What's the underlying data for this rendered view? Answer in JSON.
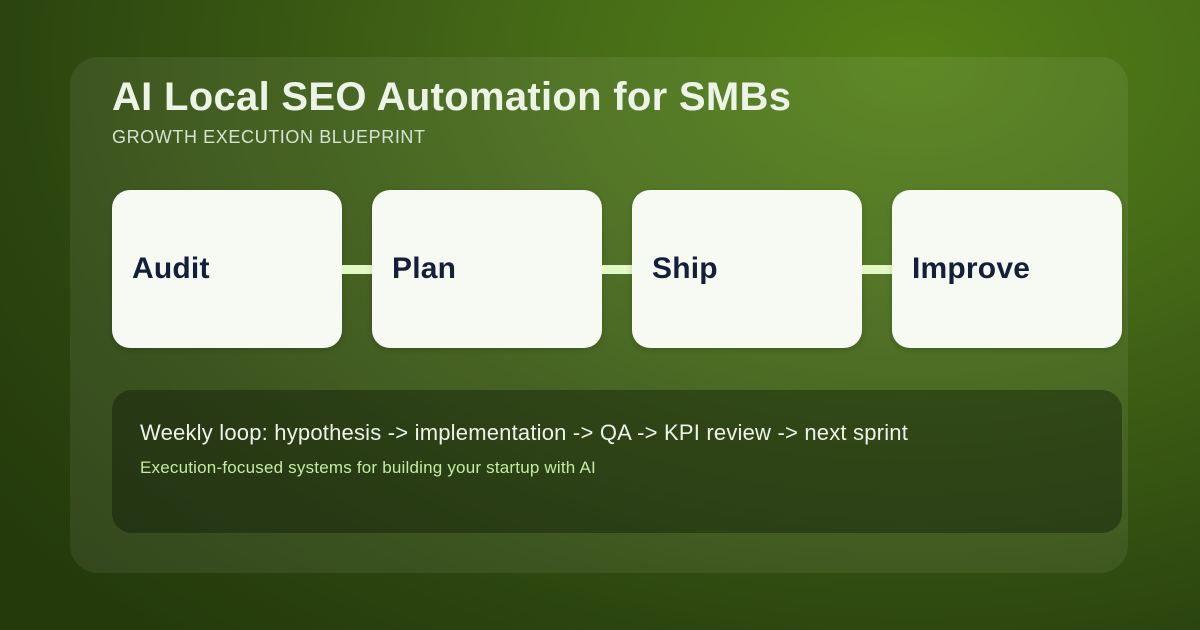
{
  "header": {
    "title": "AI Local SEO Automation for SMBs",
    "subtitle": "GROWTH EXECUTION BLUEPRINT"
  },
  "flow": {
    "steps": [
      "Audit",
      "Plan",
      "Ship",
      "Improve"
    ]
  },
  "loop_box": {
    "line1": "Weekly loop: hypothesis -> implementation -> QA -> KPI review -> next sprint",
    "line2": "Execution-focused systems for building your startup with AI"
  },
  "colors": {
    "background_bright": "#538016",
    "background_dark": "#243a0b",
    "panel_overlay": "rgba(255,255,255,0.07)",
    "card_background": "#f7f9f3",
    "card_text": "#141f3a",
    "connector": "#e3f9c5",
    "title_text": "#ecf4e7",
    "subtitle_text": "#d6e2d2",
    "loop_text": "#edf3e9",
    "tagline_text": "#c5eaa5",
    "loop_box_overlay": "rgba(8,18,2,0.38)"
  }
}
